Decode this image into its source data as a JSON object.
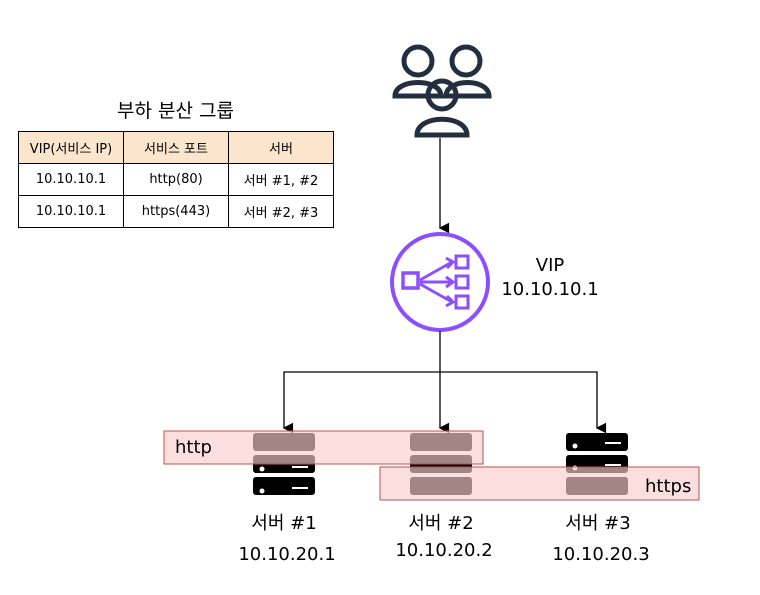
{
  "table": {
    "title": "부하 분산 그룹",
    "headers": [
      "VIP(서비스 IP)",
      "서비스 포트",
      "서버"
    ],
    "rows": [
      [
        "10.10.10.1",
        "http(80)",
        "서버 #1, #2"
      ],
      [
        "10.10.10.1",
        "https(443)",
        "서버 #2, #3"
      ]
    ]
  },
  "vip": {
    "label": "VIP",
    "ip": "10.10.10.1",
    "icon": "load-balancer-icon",
    "color": "#8c4fff"
  },
  "users": {
    "icon": "users-icon",
    "color": "#232f3e"
  },
  "servers": [
    {
      "name": "서버 #1",
      "ip": "10.10.20.1"
    },
    {
      "name": "서버 #2",
      "ip": "10.10.20.2"
    },
    {
      "name": "서버 #3",
      "ip": "10.10.20.3"
    }
  ],
  "groups": {
    "http": "http",
    "https": "https",
    "fill": "#f8cecc",
    "border": "#b85450"
  }
}
